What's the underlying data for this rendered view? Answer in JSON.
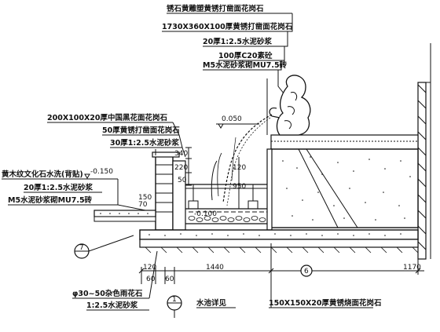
{
  "labels_top": [
    "锈石黄雕塑黄锈打凿面花岗石",
    "1730X360X100厚黄锈打凿面花岗石",
    "20厚1:2.5水泥砂浆",
    "100厚C20素砼",
    "M5水泥砂浆砌MU7.5砖"
  ],
  "labels_left_upper": [
    "200X100X20厚中国黑花面花岗石",
    "50厚黄锈打凿面花岗石",
    "30厚1:2.5水泥砂浆"
  ],
  "labels_left_lower": [
    "黄木纹文化石水洗(背贴)",
    "20厚1:2.5水泥砂浆",
    "M5水泥砂浆砌MU7.5砖"
  ],
  "label_bottom_left": [
    "φ30~50杂色雨花石",
    "1:2.5水泥砂浆"
  ],
  "label_bottom_mid": "水池详见",
  "label_bottom_right": "150X150X20厚黄锈烧面花岗石",
  "level_marks": [
    "0.050",
    "-0.150",
    "-0.100"
  ],
  "dims_vertical": [
    "340",
    "220",
    "50",
    "120",
    "950",
    "70",
    "150"
  ],
  "dims_bottom": [
    "120",
    "60",
    "60",
    "1440",
    "1170"
  ],
  "callout_numbers": [
    "7",
    "6",
    "1"
  ]
}
